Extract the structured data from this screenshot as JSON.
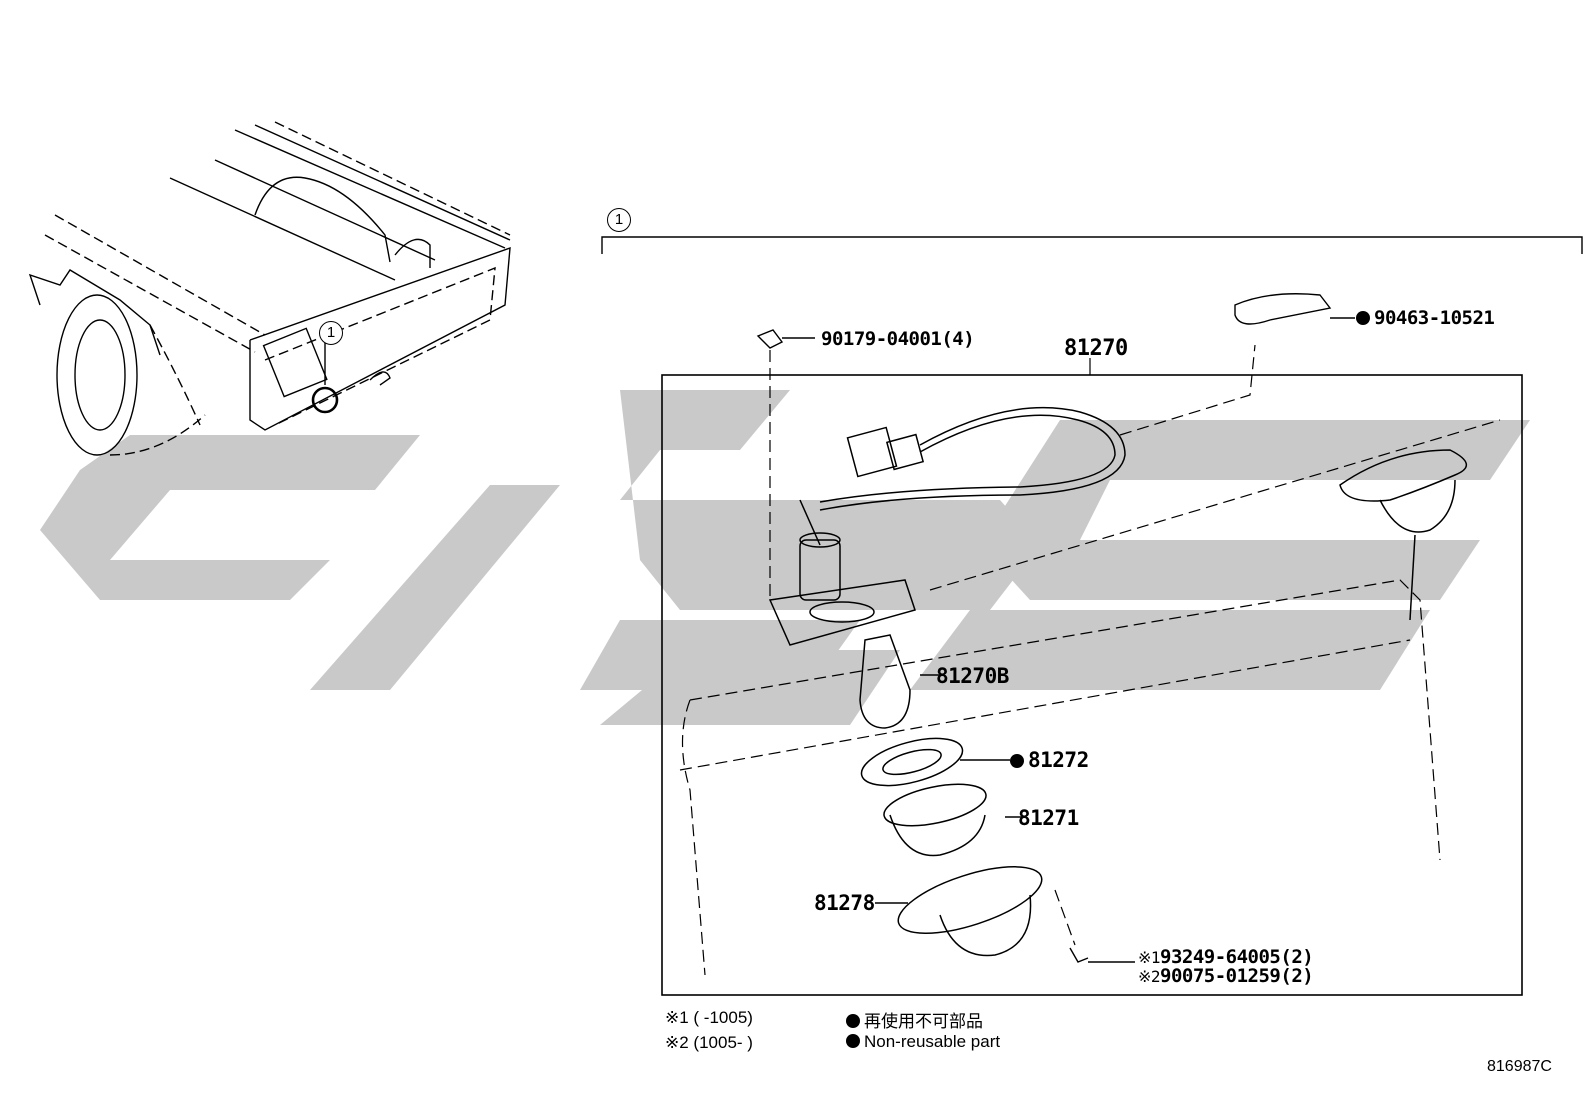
{
  "callout": {
    "number": "1"
  },
  "parts": {
    "assembly": "81270",
    "socket_nut": "90179-04001(4)",
    "clip": "90463-10521",
    "bulb": "81270B",
    "gasket": "81272",
    "lens": "81271",
    "cover": "81278",
    "screw_1": "93249-64005(2)",
    "screw_2": "90075-01259(2)",
    "screw_1_ref": "※1",
    "screw_2_ref": "※2"
  },
  "legend": {
    "note_1": "※1 (       -1005)",
    "note_2": "※2 (1005-       )",
    "non_reusable_jp": "再使用不可部品",
    "non_reusable_en": "Non-reusable part"
  },
  "diagram_id": "816987C",
  "colors": {
    "line": "#000000",
    "watermark": "#c8c8c8",
    "background": "#ffffff"
  }
}
